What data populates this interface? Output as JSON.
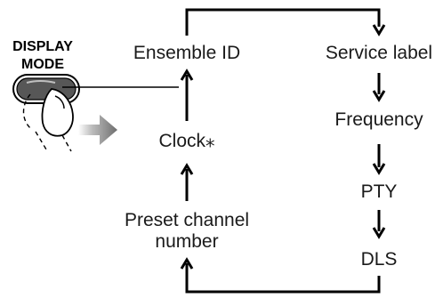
{
  "button": {
    "label_line1": "DISPLAY",
    "label_line2": "MODE"
  },
  "left_column": {
    "ensemble_id": "Ensemble ID",
    "clock": "Clock⁎",
    "preset_line1": "Preset channel",
    "preset_line2": "number"
  },
  "right_column": {
    "service_label": "Service label",
    "frequency": "Frequency",
    "pty": "PTY",
    "dls": "DLS"
  },
  "colors": {
    "line": "#000000",
    "button_body": "#555555",
    "press_arrow": "#777777"
  }
}
